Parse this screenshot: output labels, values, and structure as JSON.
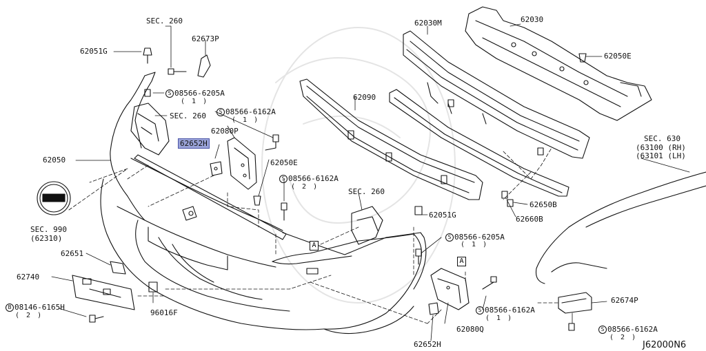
{
  "diagram_id": "J62000N6",
  "callout_letter": "A",
  "highlight_color": "#9aa3d8",
  "labels": {
    "sec260_top": "SEC. 260",
    "p62673P": "62673P",
    "p62051G_left": "62051G",
    "screw_8566_6205A_left": "08566-6205A",
    "qty1_a": "( 1 )",
    "sec260_mid": "SEC. 260",
    "screw_8566_6162A_top": "08566-6162A",
    "qty1_b": "( 1 )",
    "p62080P": "62080P",
    "p62652H_selected": "62652H",
    "p62050": "62050",
    "p62050E_mid": "62050E",
    "screw_8566_6162A_mid": "08566-6162A",
    "qty2_a": "( 2 )",
    "sec260_right": "SEC. 260",
    "p62051G_right": "62051G",
    "screw_8566_6205A_right": "08566-6205A",
    "qty1_c": "( 1 )",
    "sec990": "SEC. 990",
    "sec990_ref": "(62310)",
    "p62651": "62651",
    "p62740": "62740",
    "bolt_8146_6165H": "08146-6165H",
    "qty2_b": "( 2 )",
    "p96016F": "96016F",
    "p62090": "62090",
    "p62030M": "62030M",
    "p62030": "62030",
    "p62050E_top": "62050E",
    "sec630": "SEC. 630",
    "sec630_rh": "(63100 (RH)",
    "sec630_lh": "(63101 (LH)",
    "p62650B": "62650B",
    "p62660B": "62660B",
    "screw_8566_6162A_low": "08566-6162A",
    "qty1_d": "( 1 )",
    "p62080Q": "62080Q",
    "p62652H_bottom": "62652H",
    "p62674P": "62674P",
    "screw_8566_6162A_bottom": "08566-6162A",
    "qty2_c": "( 2 )",
    "screw_symbol": "S",
    "bolt_symbol": "B"
  }
}
